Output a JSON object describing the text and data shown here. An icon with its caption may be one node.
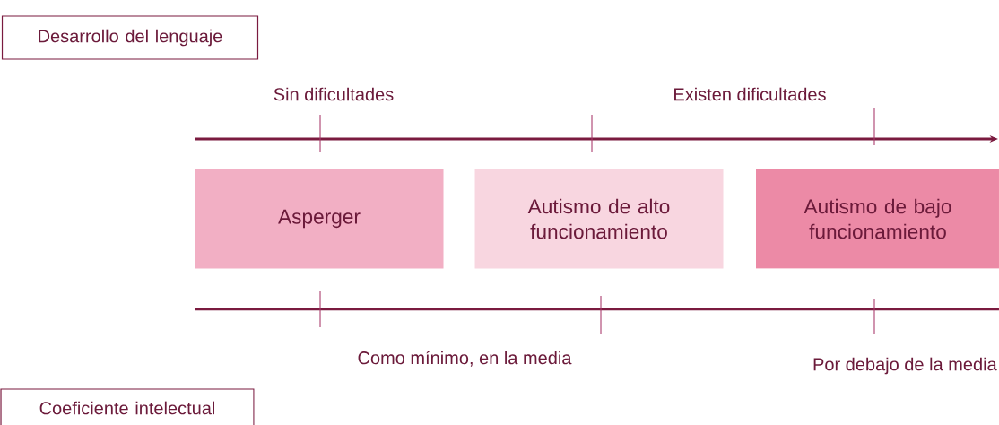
{
  "diagram": {
    "nodes": [
      {
        "text": [
          "Desarrollo del lenguaje"
        ]
      },
      {
        "text": [
          "Coeficiente intelectual"
        ]
      },
      {
        "text": [
          "Asperger"
        ]
      },
      {
        "text": [
          "Autismo de alto funcionamiento"
        ]
      },
      {
        "text": [
          "Autismo de bajo funcionamiento"
        ]
      }
    ],
    "labels": [
      "Sin dificultades",
      "Existen dificultades",
      "Como mínimo, en la media",
      "Por debajo de la media"
    ]
  }
}
